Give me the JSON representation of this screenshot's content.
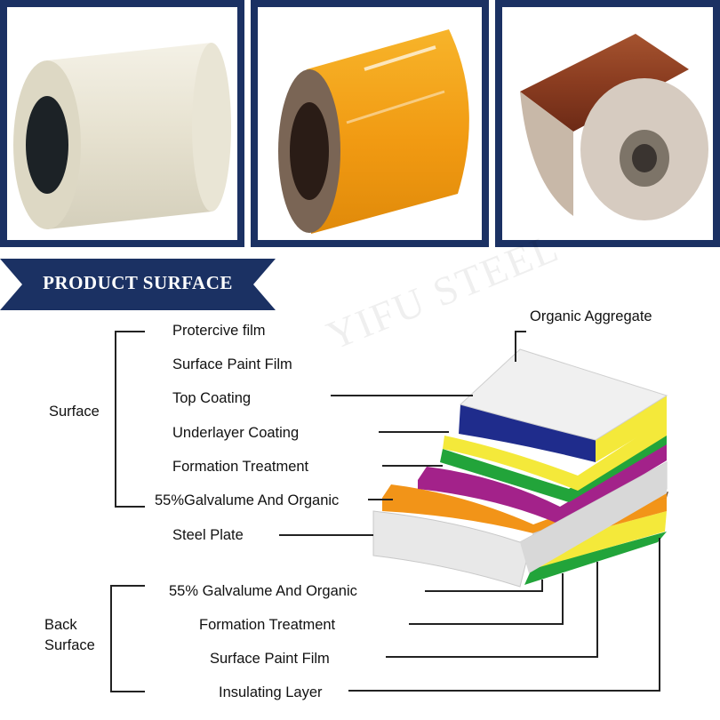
{
  "banner": {
    "title": "PRODUCT SURFACE"
  },
  "watermark": "YIFU STEEL",
  "photos": [
    {
      "name": "cream-coil",
      "color": "#ece8d8"
    },
    {
      "name": "orange-coil",
      "color": "#f3a51c"
    },
    {
      "name": "brown-coil",
      "color": "#8b3d22"
    }
  ],
  "groups": {
    "surface": "Surface",
    "back_surface": [
      "Back",
      "Surface"
    ]
  },
  "top_label": "Organic Aggregate",
  "surface_layers": [
    "Protercive film",
    "Surface Paint Film",
    "Top Coating",
    "Underlayer Coating",
    "Formation Treatment",
    "55%Galvalume And Organic",
    "Steel Plate"
  ],
  "back_layers": [
    "55% Galvalume And Organic",
    "Formation Treatment",
    "Surface Paint Film",
    "Insulating Layer"
  ],
  "colors": {
    "frame": "#1b3163",
    "layer_white": "#f2f2f2",
    "layer_blue": "#1f2c8c",
    "layer_yellow": "#f4e93a",
    "layer_green": "#22a43a",
    "layer_purple": "#a3228a",
    "layer_orange": "#f29418",
    "layer_brown": "#7a5a3a"
  }
}
